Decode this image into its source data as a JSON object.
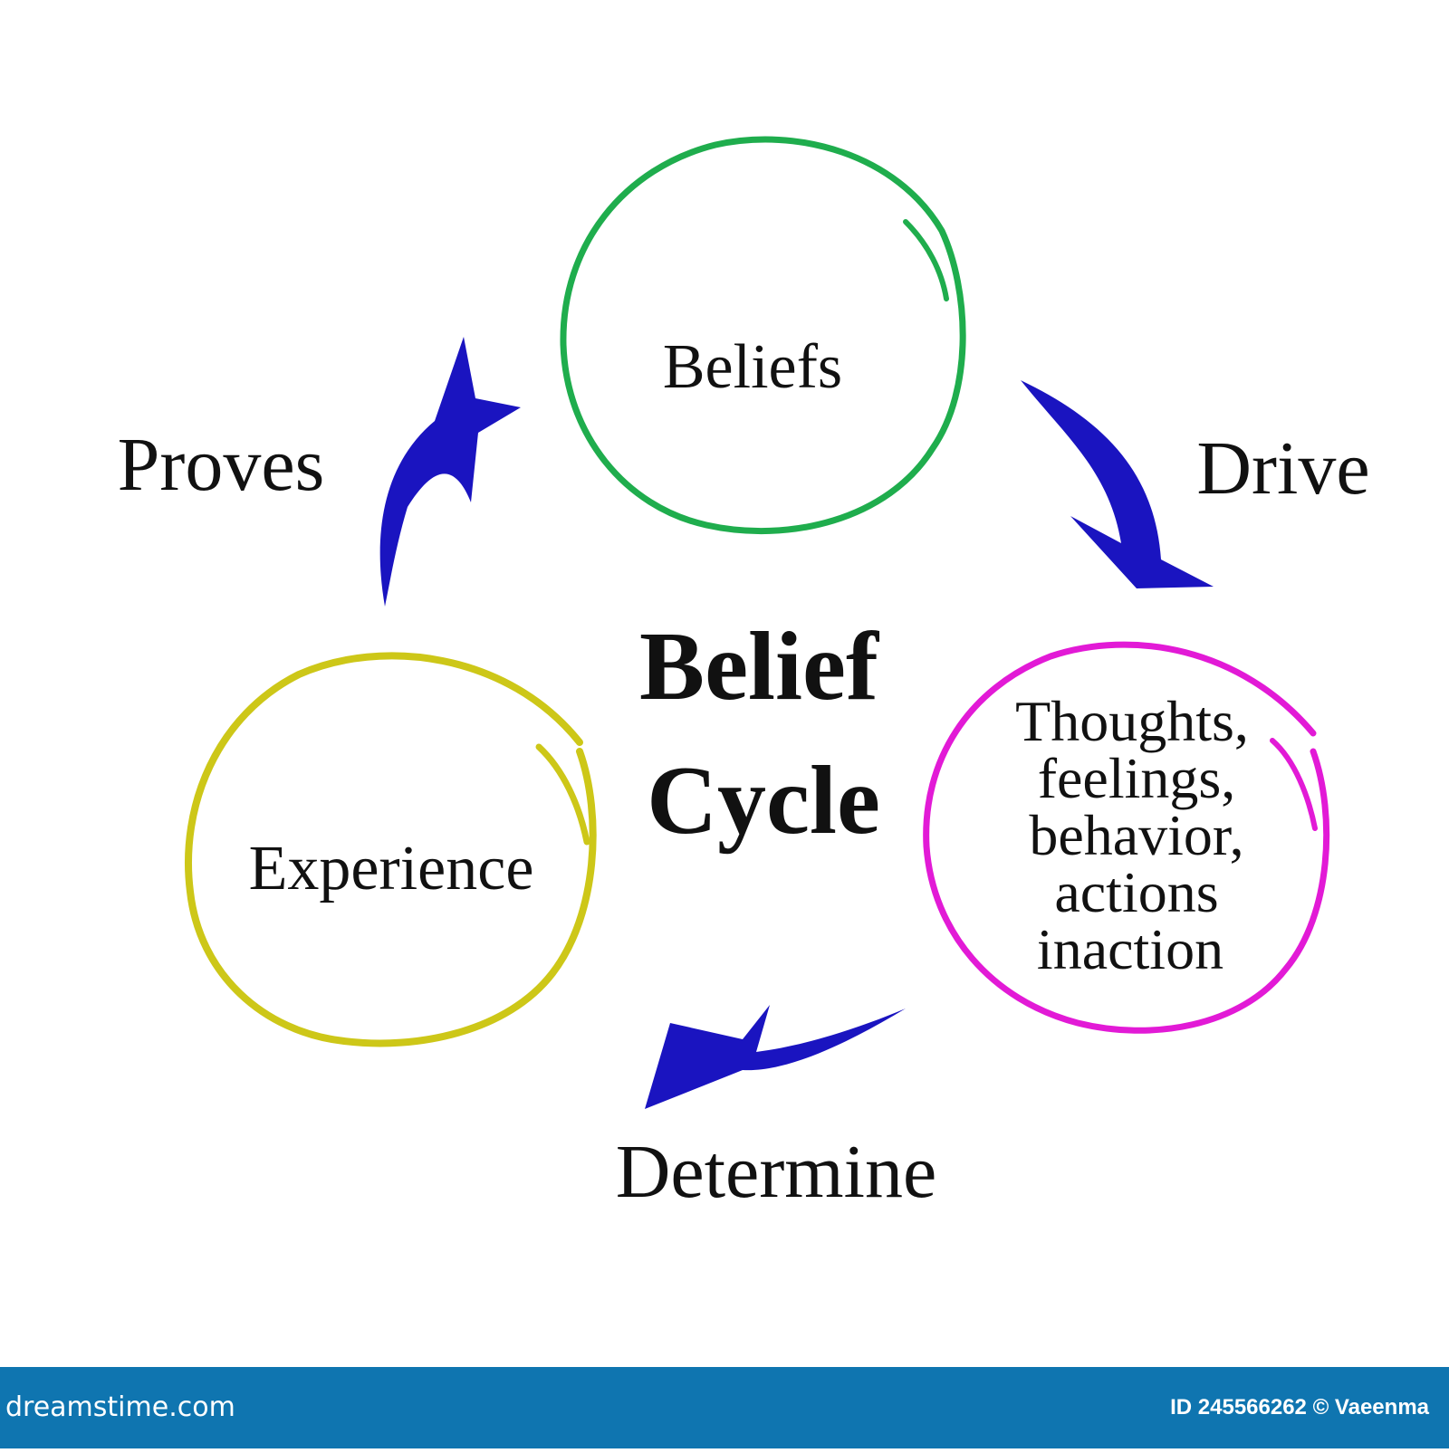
{
  "diagram": {
    "title": [
      "Belief",
      "Cycle"
    ],
    "nodes": [
      {
        "id": "beliefs",
        "label": [
          "Beliefs"
        ],
        "color": "#1fad4d"
      },
      {
        "id": "thoughts",
        "label": [
          "Thoughts,",
          "feelings,",
          "behavior,",
          "actions",
          "inaction"
        ],
        "color": "#e21ad6"
      },
      {
        "id": "experience",
        "label": [
          "Experience"
        ],
        "color": "#cdc718"
      }
    ],
    "edges": [
      {
        "from": "beliefs",
        "to": "thoughts",
        "label": "Drive"
      },
      {
        "from": "thoughts",
        "to": "experience",
        "label": "Determine"
      },
      {
        "from": "experience",
        "to": "beliefs",
        "label": "Proves"
      }
    ],
    "arrow_color": "#1a14c0"
  },
  "footer": {
    "logo": "dreamstime.com",
    "credit": "ID 245566262 © Vaeenma",
    "background": "#0f75b0"
  }
}
